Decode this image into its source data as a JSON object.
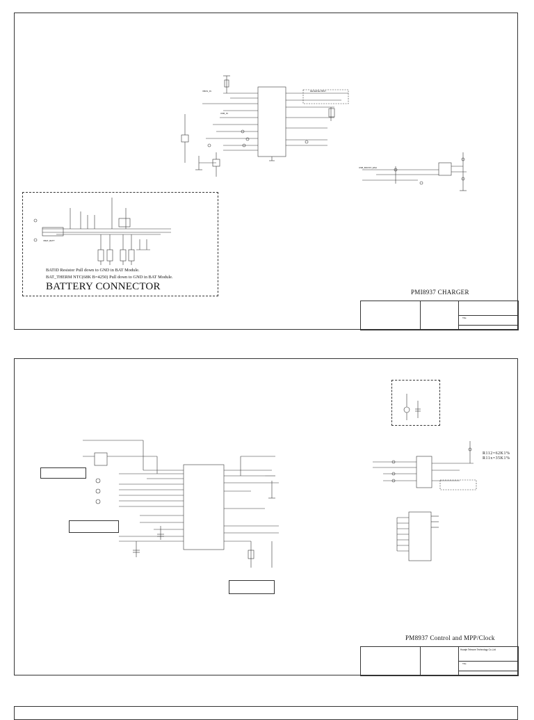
{
  "sheets": [
    {
      "title": "PMI8937 CHARGER",
      "battery_block": {
        "title": "BATTERY CONNECTOR",
        "note_1": "BATID Resistor Pull down to GND in BAT Module.",
        "note_2": "BAT_THERM NTC(68K B=4250) Pull down to GND in BAT Module."
      },
      "title_block": {
        "label": "Title"
      }
    },
    {
      "title": "PM8937 Control and MPP/Clock",
      "resistor_note_1": "R112=62K1%",
      "resistor_note_2": "R11x=35K1%",
      "title_block": {
        "label": "Title",
        "company": "Huaqin Telecom Technology Co.,Ltd"
      }
    }
  ],
  "colors": {
    "line": "#333333",
    "background": "#ffffff"
  }
}
